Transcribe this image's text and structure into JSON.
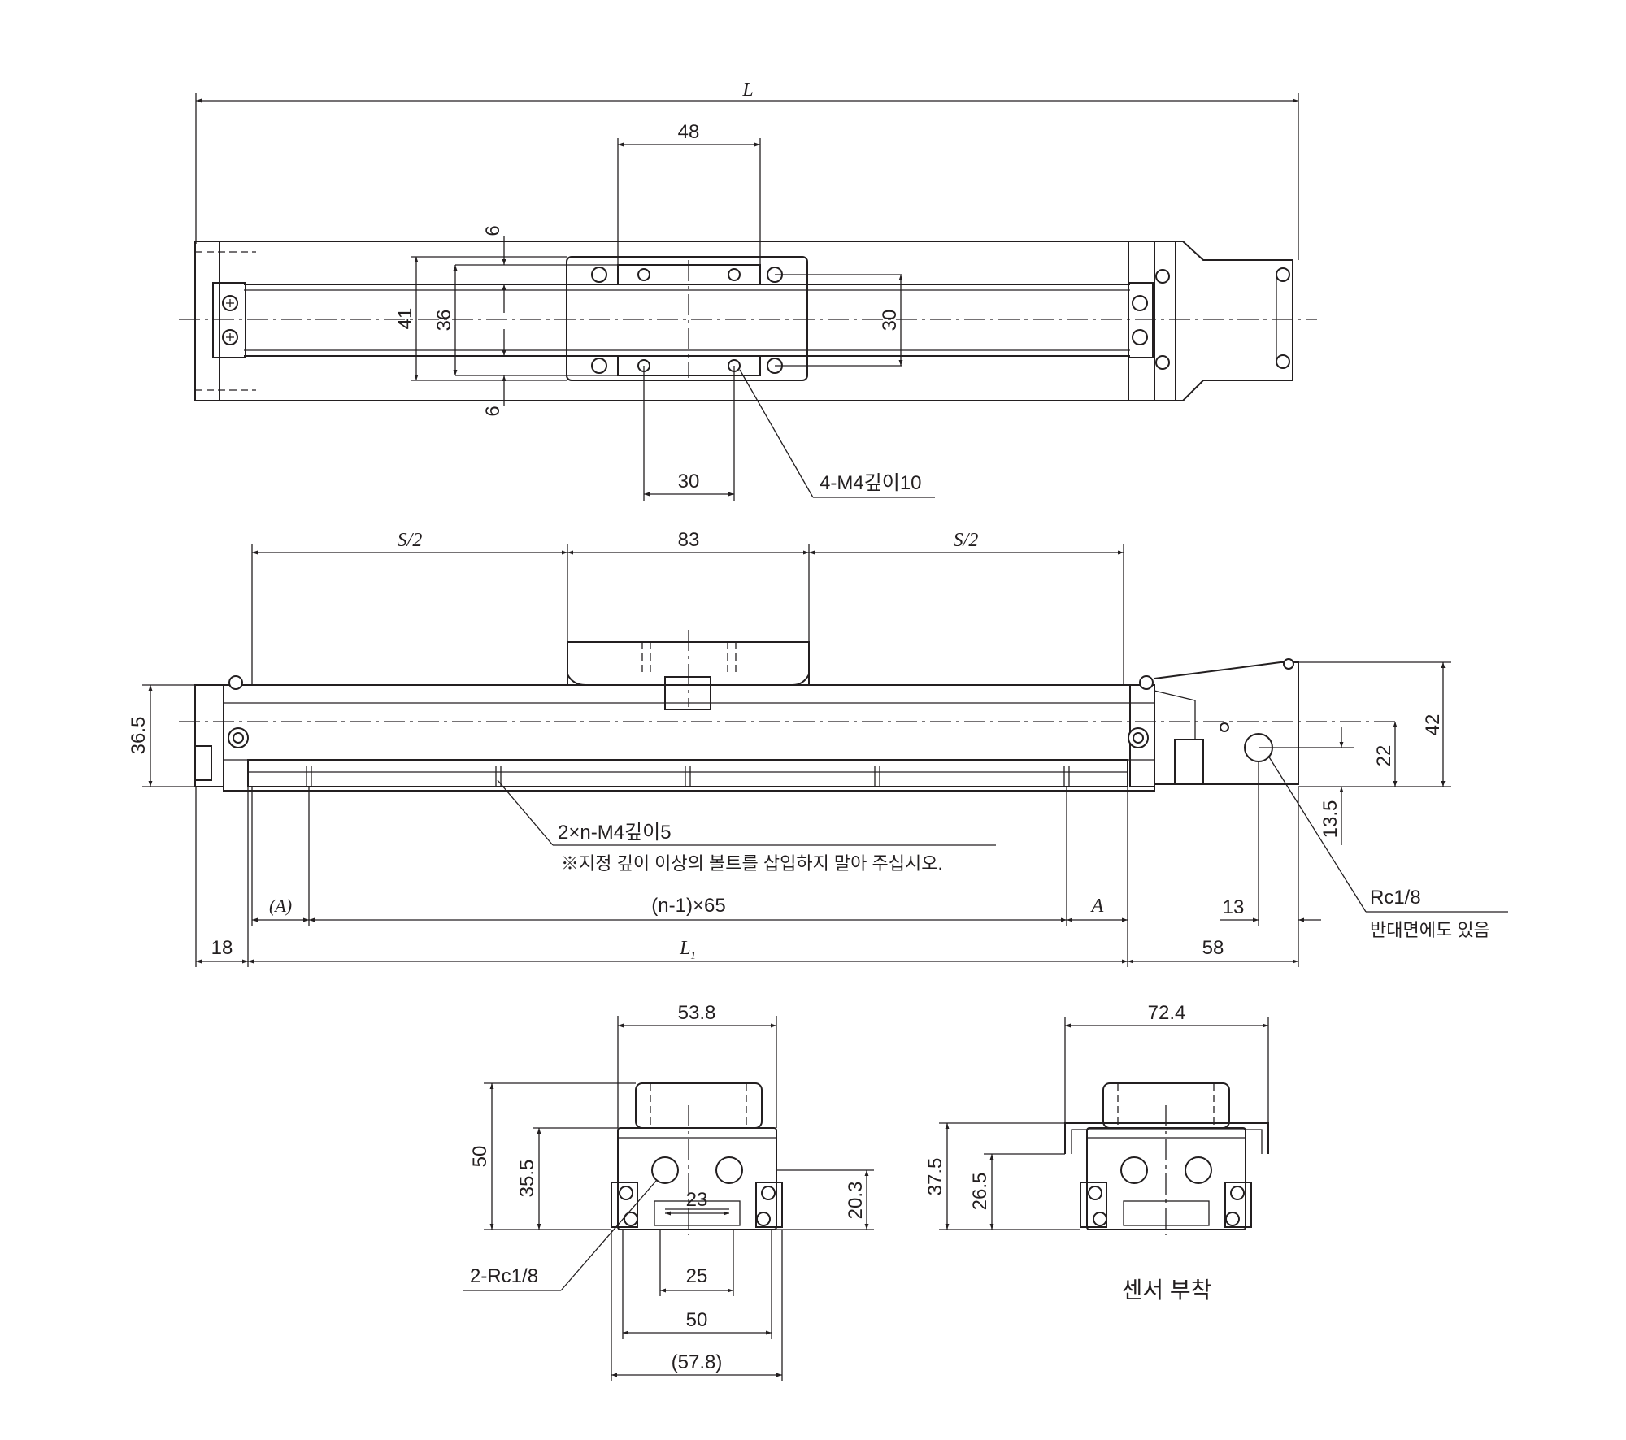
{
  "drawing": {
    "top_view": {
      "dim_L": "L",
      "dim_48": "48",
      "dim_6_upper": "6",
      "dim_6_lower": "6",
      "dim_41": "41",
      "dim_36": "36",
      "dim_30_vertical": "30",
      "dim_30_pitch": "30",
      "tapped_holes_note": "4-M4깊이10"
    },
    "front_view": {
      "dim_S2_left": "S/2",
      "dim_83": "83",
      "dim_S2_right": "S/2",
      "dim_36_5": "36.5",
      "dim_42": "42",
      "dim_22": "22",
      "dim_13_5": "13.5",
      "bottom_holes_note": "2×n-M4깊이5",
      "bolt_warning": "※지정 깊이 이상의 볼트를 삽입하지 말아 주십시오.",
      "dim_A_paren": "(A)",
      "dim_pitch": "(n-1)×65",
      "dim_A": "A",
      "dim_13": "13",
      "dim_18": "18",
      "dim_L1": "L",
      "dim_L1_sub": "1",
      "dim_58": "58",
      "port_label": "Rc1/8",
      "port_note": "반대면에도 있음"
    },
    "end_view": {
      "dim_53_8": "53.8",
      "dim_50_height": "50",
      "dim_35_5": "35.5",
      "dim_20_3": "20.3",
      "dim_23": "23",
      "dim_25": "25",
      "dim_50_width": "50",
      "dim_57_8": "(57.8)",
      "port_label": "2-Rc1/8"
    },
    "sensor_view": {
      "dim_72_4": "72.4",
      "dim_37_5": "37.5",
      "dim_26_5": "26.5",
      "caption": "센서 부착"
    }
  }
}
